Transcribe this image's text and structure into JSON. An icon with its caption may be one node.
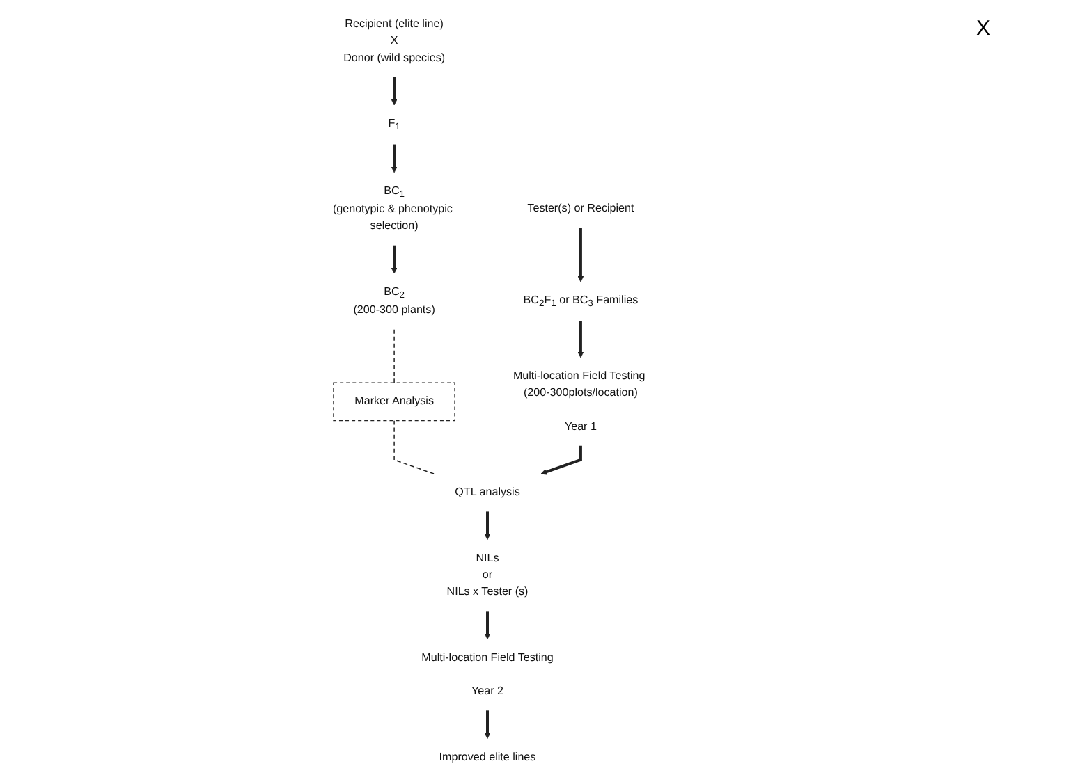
{
  "diagram": {
    "nodes": [
      {
        "text": [
          "Recipient (elite line)",
          "X",
          "Donor (wild species)"
        ]
      },
      {
        "text": [
          "F$_{1}$"
        ]
      },
      {
        "text": [
          "BC$_{1}$",
          "(genotypic & phenotypic selection)"
        ]
      },
      {
        "text": [
          "BC$_{2}$",
          "(200-300 plants)"
        ]
      },
      {
        "text": [
          "Tester(s) or Recipient"
        ]
      },
      {
        "text": [
          "Marker Analysis"
        ]
      },
      {
        "text": [
          "QTL analysis"
        ]
      },
      {
        "text": [
          "Multi-location Field Testing (200-300plots/location)"
        ],
        "beside": [
          "Year 1"
        ]
      },
      {
        "text": [
          "BC$_{2}$F$_{1}$ or BC$_{3}$ Families"
        ]
      },
      {
        "text": [
          "NILs",
          "or",
          "NILs x Tester (s)"
        ]
      },
      {
        "text": [
          "Multi-location Field Testing"
        ],
        "beside": [
          "Year 2"
        ]
      },
      {
        "text": [
          "Improved elite lines"
        ]
      }
    ],
    "edges": [
      {
        "from": 0,
        "to": 1,
        "arrow": "to"
      },
      {
        "from": 1,
        "to": 2,
        "arrow": "to"
      },
      {
        "from": 2,
        "to": 3,
        "arrow": "to"
      },
      {
        "from": 3,
        "to": 5,
        "arrow": "none",
        "style": "dashed"
      },
      {
        "from": 5,
        "to": 6,
        "arrow": "none",
        "style": "dashed"
      },
      {
        "from": 4,
        "to": 8,
        "arrow": "to"
      },
      {
        "from": 8,
        "to": 7,
        "arrow": "to"
      },
      {
        "from": 7,
        "to": 6,
        "arrow": "to"
      },
      {
        "from": 6,
        "to": 9,
        "arrow": "to"
      },
      {
        "from": 9,
        "to": 10,
        "arrow": "to"
      },
      {
        "from": 10,
        "to": 11,
        "arrow": "to"
      }
    ],
    "labels": [
      "X"
    ]
  }
}
